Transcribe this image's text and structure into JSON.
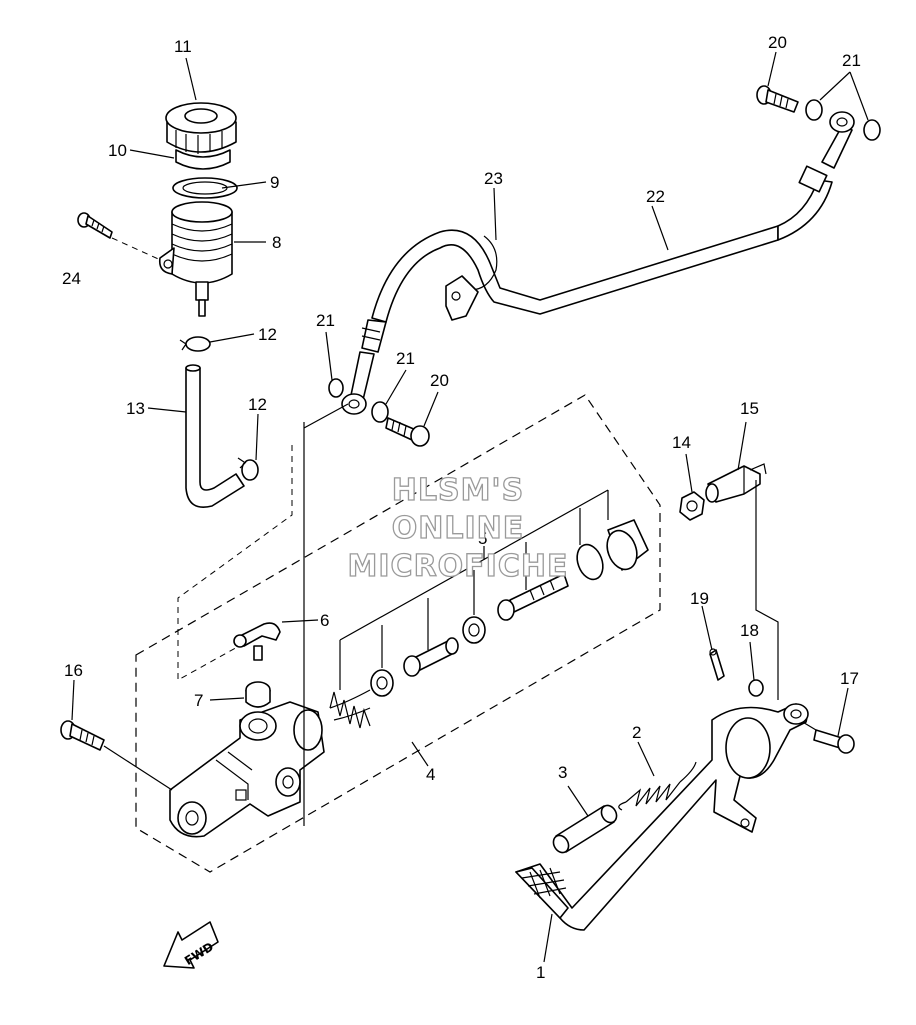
{
  "watermark": {
    "line1": "HLSM'S",
    "line2": "ONLINE",
    "line3": "MICROFICHE"
  },
  "direction_arrow": {
    "label": "FWD"
  },
  "callouts": [
    "1",
    "2",
    "3",
    "4",
    "5",
    "6",
    "7",
    "8",
    "9",
    "10",
    "11",
    "12",
    "13",
    "14",
    "15",
    "16",
    "17",
    "18",
    "19",
    "20",
    "21",
    "22",
    "23",
    "24"
  ],
  "callouts_repeat": {
    "n12b": "12",
    "n20b": "20",
    "n21b": "21",
    "n21c": "21"
  }
}
